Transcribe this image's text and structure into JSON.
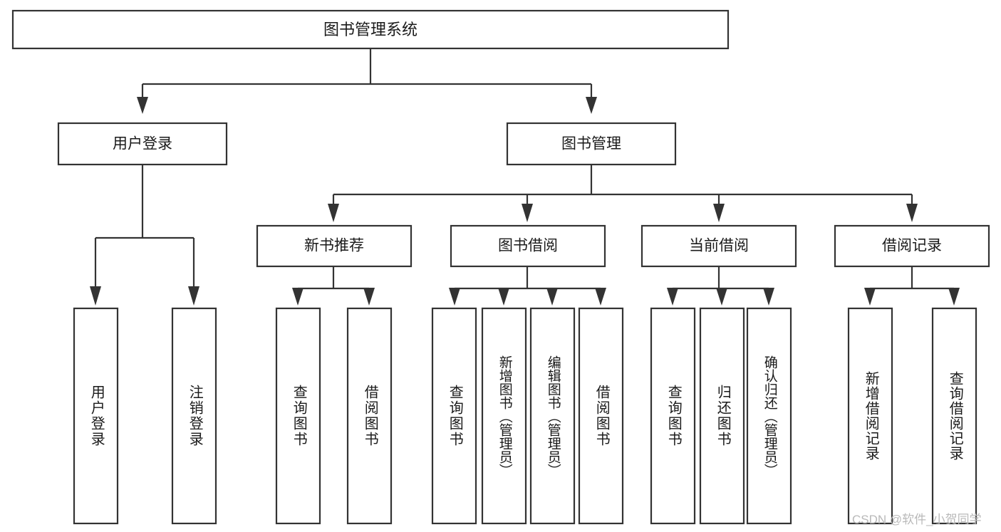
{
  "diagram": {
    "type": "tree-hierarchy",
    "title": "图书管理系统",
    "root": {
      "label": "图书管理系统"
    },
    "level2": [
      {
        "label": "用户登录"
      },
      {
        "label": "图书管理"
      }
    ],
    "level3": [
      {
        "label": "新书推荐"
      },
      {
        "label": "图书借阅"
      },
      {
        "label": "当前借阅"
      },
      {
        "label": "借阅记录"
      }
    ],
    "leaves": {
      "user_login": [
        {
          "label": "用户登录"
        },
        {
          "label": "注销登录"
        }
      ],
      "new_book_recommend": [
        {
          "label": "查询图书"
        },
        {
          "label": "借阅图书"
        }
      ],
      "book_borrow": [
        {
          "label": "查询图书"
        },
        {
          "label": "新增图书（管理员）"
        },
        {
          "label": "编辑图书（管理员）"
        },
        {
          "label": "借阅图书"
        }
      ],
      "current_borrow": [
        {
          "label": "查询图书"
        },
        {
          "label": "归还图书"
        },
        {
          "label": "确认归还（管理员）"
        }
      ],
      "borrow_record": [
        {
          "label": "新增借阅记录"
        },
        {
          "label": "查询借阅记录"
        }
      ]
    }
  },
  "watermark": {
    "text": "CSDN @软件_小贺同学"
  },
  "colors": {
    "stroke": "#333333",
    "box_fill": "#ffffff",
    "text": "#1a1a1a",
    "watermark": "#b9b9b9",
    "background": "#ffffff"
  }
}
